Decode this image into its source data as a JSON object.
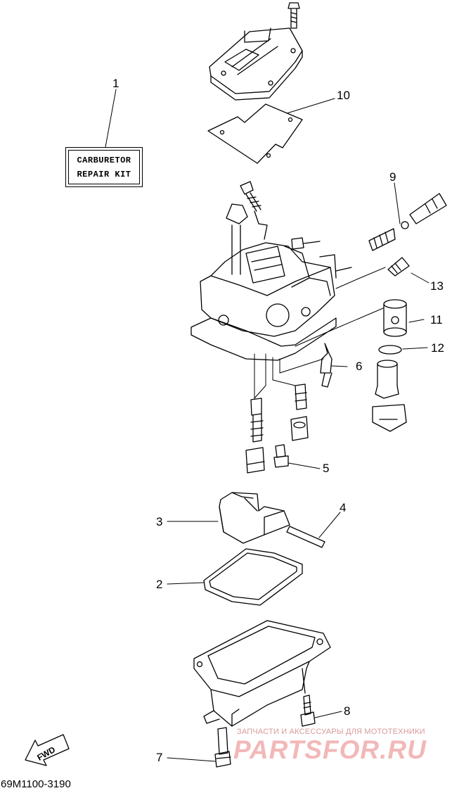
{
  "kit": {
    "line1": "CARBURETOR",
    "line2": "REPAIR KIT"
  },
  "callouts": {
    "c1": "1",
    "c2": "2",
    "c3": "3",
    "c4": "4",
    "c5": "5",
    "c6": "6",
    "c7": "7",
    "c8": "8",
    "c9": "9",
    "c10": "10",
    "c11": "11",
    "c12": "12",
    "c13": "13"
  },
  "fwd_label": "FWD",
  "diagram_code": "69M1100-3190",
  "watermark": {
    "line1": "ЗАПЧАСТИ И АКСЕССУАРЫ ДЛЯ МОТОТЕХНИКИ",
    "line2": "PARTSFOR.RU"
  }
}
